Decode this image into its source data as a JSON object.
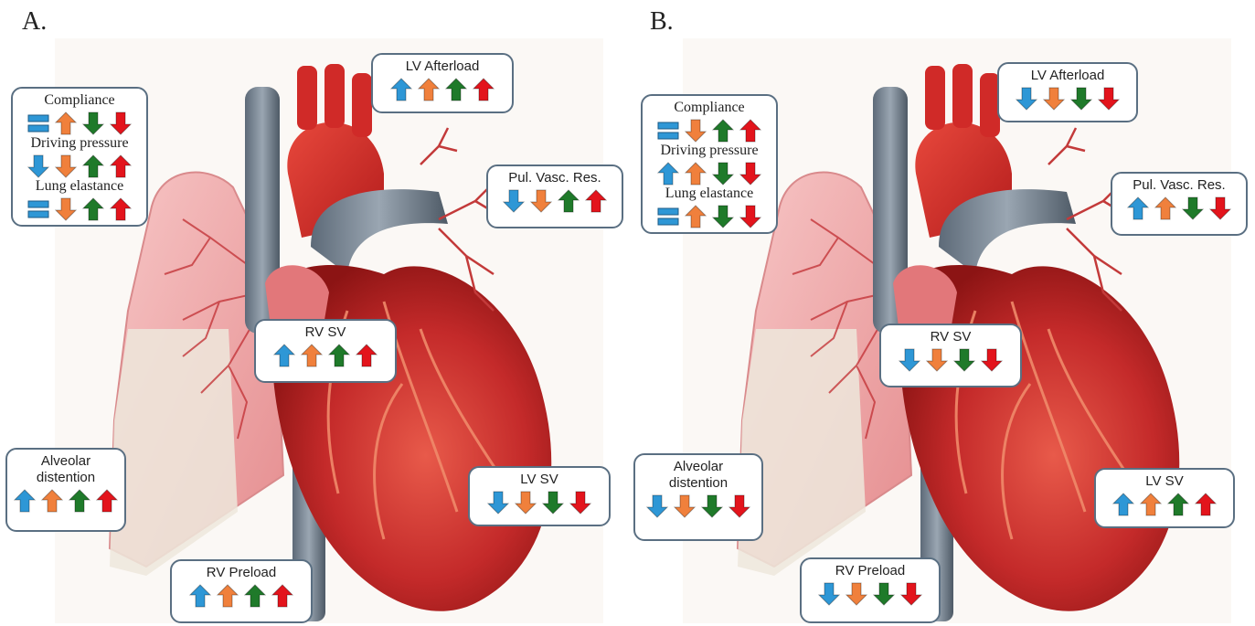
{
  "panels": [
    {
      "letter": "A.",
      "callouts": {
        "compliance": {
          "label": "Compliance",
          "arrows": [
            "equal",
            "up",
            "down",
            "down"
          ]
        },
        "driving_pressure": {
          "label": "Driving pressure",
          "arrows": [
            "down",
            "down",
            "up",
            "up"
          ]
        },
        "lung_elastance": {
          "label": "Lung elastance",
          "arrows": [
            "equal",
            "down",
            "up",
            "up"
          ]
        },
        "lv_afterload": {
          "label": "LV Afterload",
          "arrows": [
            "up",
            "up",
            "up",
            "up"
          ]
        },
        "pul_vasc_res": {
          "label": "Pul. Vasc. Res.",
          "arrows": [
            "down",
            "down",
            "up",
            "up"
          ]
        },
        "rv_sv": {
          "label": "RV SV",
          "arrows": [
            "up",
            "up",
            "up",
            "up"
          ]
        },
        "alveolar_distention": {
          "label_line1": "Alveolar",
          "label_line2": "distention",
          "arrows": [
            "up",
            "up",
            "up",
            "up"
          ]
        },
        "lv_sv": {
          "label": "LV SV",
          "arrows": [
            "down",
            "down",
            "down",
            "down"
          ]
        },
        "rv_preload": {
          "label": "RV Preload",
          "arrows": [
            "up",
            "up",
            "up",
            "up"
          ]
        }
      }
    },
    {
      "letter": "B.",
      "callouts": {
        "compliance": {
          "label": "Compliance",
          "arrows": [
            "equal",
            "down",
            "up",
            "up"
          ]
        },
        "driving_pressure": {
          "label": "Driving pressure",
          "arrows": [
            "up",
            "up",
            "down",
            "down"
          ]
        },
        "lung_elastance": {
          "label": "Lung elastance",
          "arrows": [
            "equal",
            "up",
            "down",
            "down"
          ]
        },
        "lv_afterload": {
          "label": "LV Afterload",
          "arrows": [
            "down",
            "down",
            "down",
            "down"
          ]
        },
        "pul_vasc_res": {
          "label": "Pul. Vasc. Res.",
          "arrows": [
            "up",
            "up",
            "down",
            "down"
          ]
        },
        "rv_sv": {
          "label": "RV SV",
          "arrows": [
            "down",
            "down",
            "down",
            "down"
          ]
        },
        "alveolar_distention": {
          "label_line1": "Alveolar",
          "label_line2": "distention",
          "arrows": [
            "down",
            "down",
            "down",
            "down"
          ]
        },
        "lv_sv": {
          "label": "LV SV",
          "arrows": [
            "up",
            "up",
            "up",
            "up"
          ]
        },
        "rv_preload": {
          "label": "RV Preload",
          "arrows": [
            "down",
            "down",
            "down",
            "down"
          ]
        }
      }
    }
  ],
  "arrow_colors": [
    "#2e97d6",
    "#f0803c",
    "#1f7a2a",
    "#e3141c"
  ]
}
